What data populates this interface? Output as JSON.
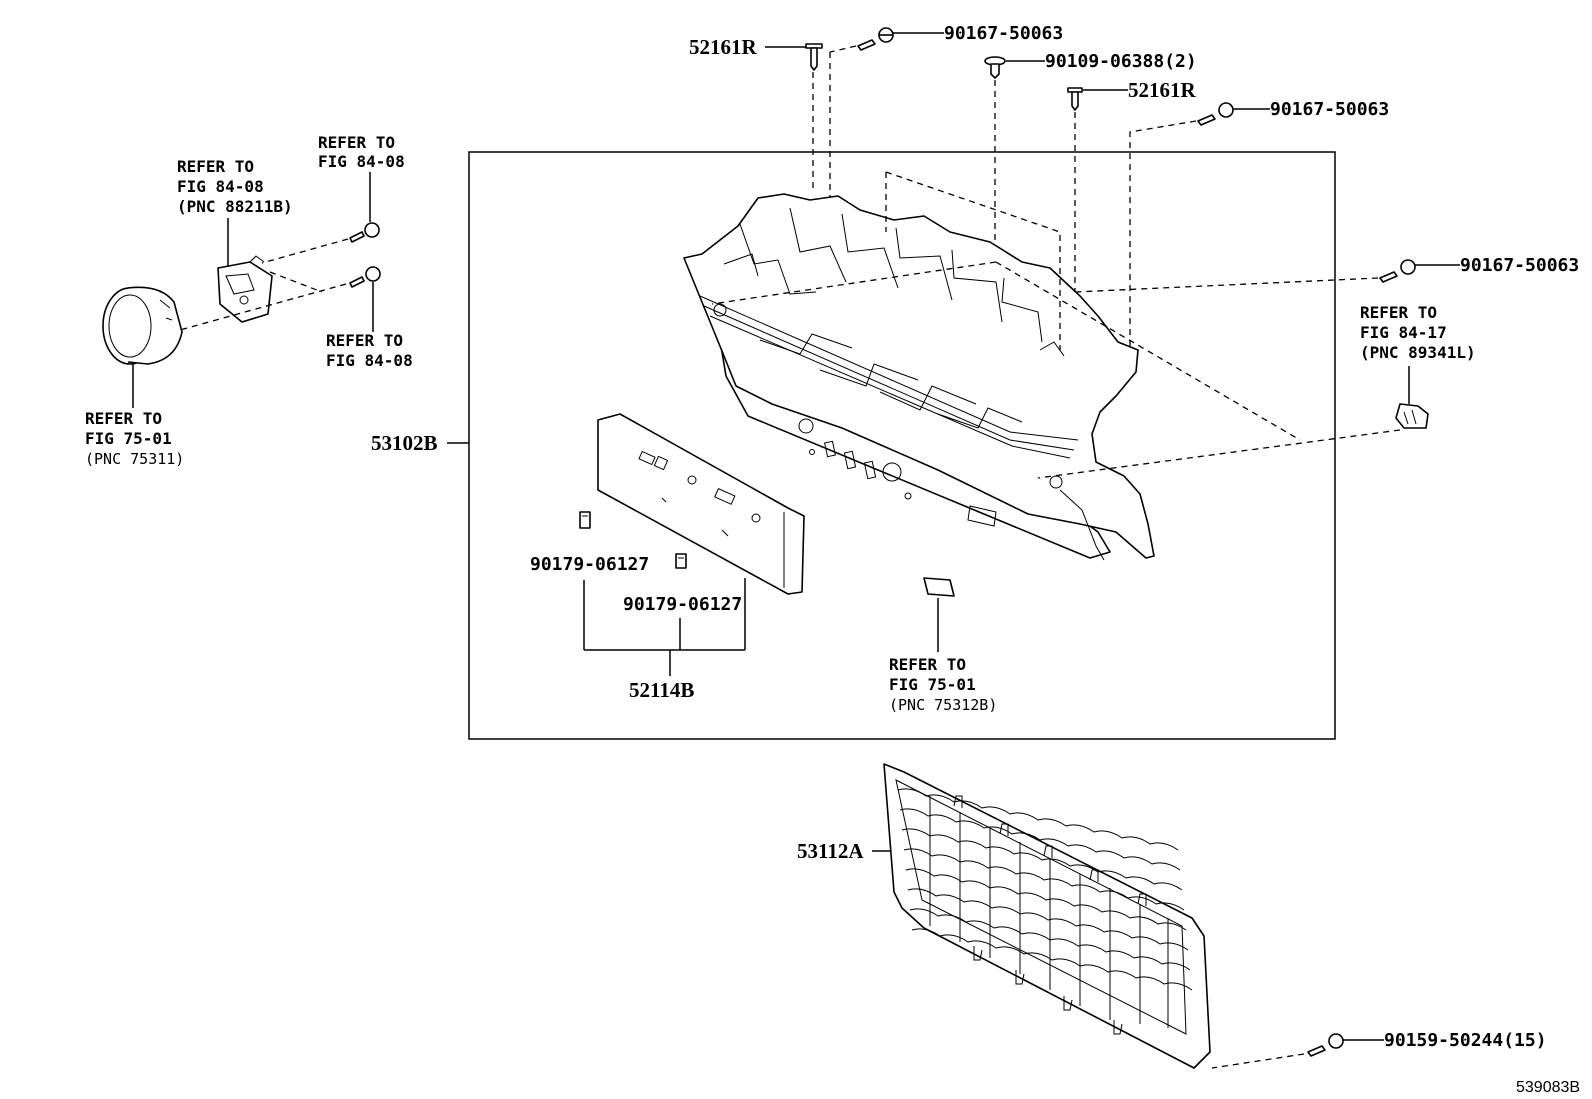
{
  "labels": {
    "p52161R_a": "52161R",
    "p90167_a": "90167-50063",
    "p90109": "90109-06388(2)",
    "p52161R_b": "52161R",
    "p90167_b": "90167-50063",
    "p90167_c": "90167-50063",
    "p53102B": "53102B",
    "p90179_a": "90179-06127",
    "p90179_b": "90179-06127",
    "p52114B": "52114B",
    "p53112A": "53112A",
    "p90159": "90159-50244(15)",
    "illustration_id": "539083B"
  },
  "references": {
    "ref_fig84_08_top": {
      "line1": "REFER TO",
      "line2": "FIG 84-08"
    },
    "ref_fig84_08_pnc": {
      "line1": "REFER TO",
      "line2": "FIG 84-08",
      "line3": "(PNC 88211B)"
    },
    "ref_fig84_08_mid": {
      "line1": "REFER TO",
      "line2": "FIG 84-08"
    },
    "ref_fig75_01_left": {
      "line1": "REFER TO",
      "line2": "FIG 75-01",
      "line3": "(PNC 75311)"
    },
    "ref_fig84_17": {
      "line1": "REFER TO",
      "line2": "FIG 84-17",
      "line3": "(PNC 89341L)"
    },
    "ref_fig75_01_bottom": {
      "line1": "REFER TO",
      "line2": "FIG 75-01",
      "line3": "(PNC 75312B)"
    }
  }
}
